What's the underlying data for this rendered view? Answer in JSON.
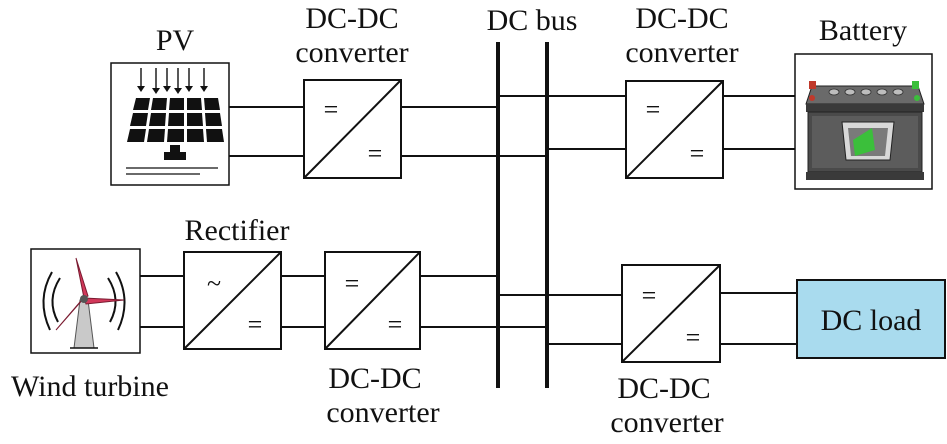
{
  "labels": {
    "pv": "PV",
    "dcdc_pv_line1": "DC-DC",
    "dcdc_pv_line2": "converter",
    "dc_bus": "DC bus",
    "dcdc_battery_line1": "DC-DC",
    "dcdc_battery_line2": "converter",
    "battery": "Battery",
    "rectifier": "Rectifier",
    "dcdc_wind_line1": "DC-DC",
    "dcdc_wind_line2": "converter",
    "wind_turbine": "Wind turbine",
    "dcdc_load_line1": "DC-DC",
    "dcdc_load_line2": "converter",
    "dc_load": "DC load"
  },
  "symbols": {
    "dc": "=",
    "ac": "~"
  },
  "colors": {
    "dc_load_fill": "#a9dbee",
    "line": "#111111",
    "blade_red": "#d2385a",
    "battery_body": "#4a4a4a",
    "battery_green": "#3bbf3b"
  },
  "icons": {
    "pv": "solar-panel-icon",
    "battery": "car-battery-icon",
    "wind": "wind-turbine-icon"
  }
}
